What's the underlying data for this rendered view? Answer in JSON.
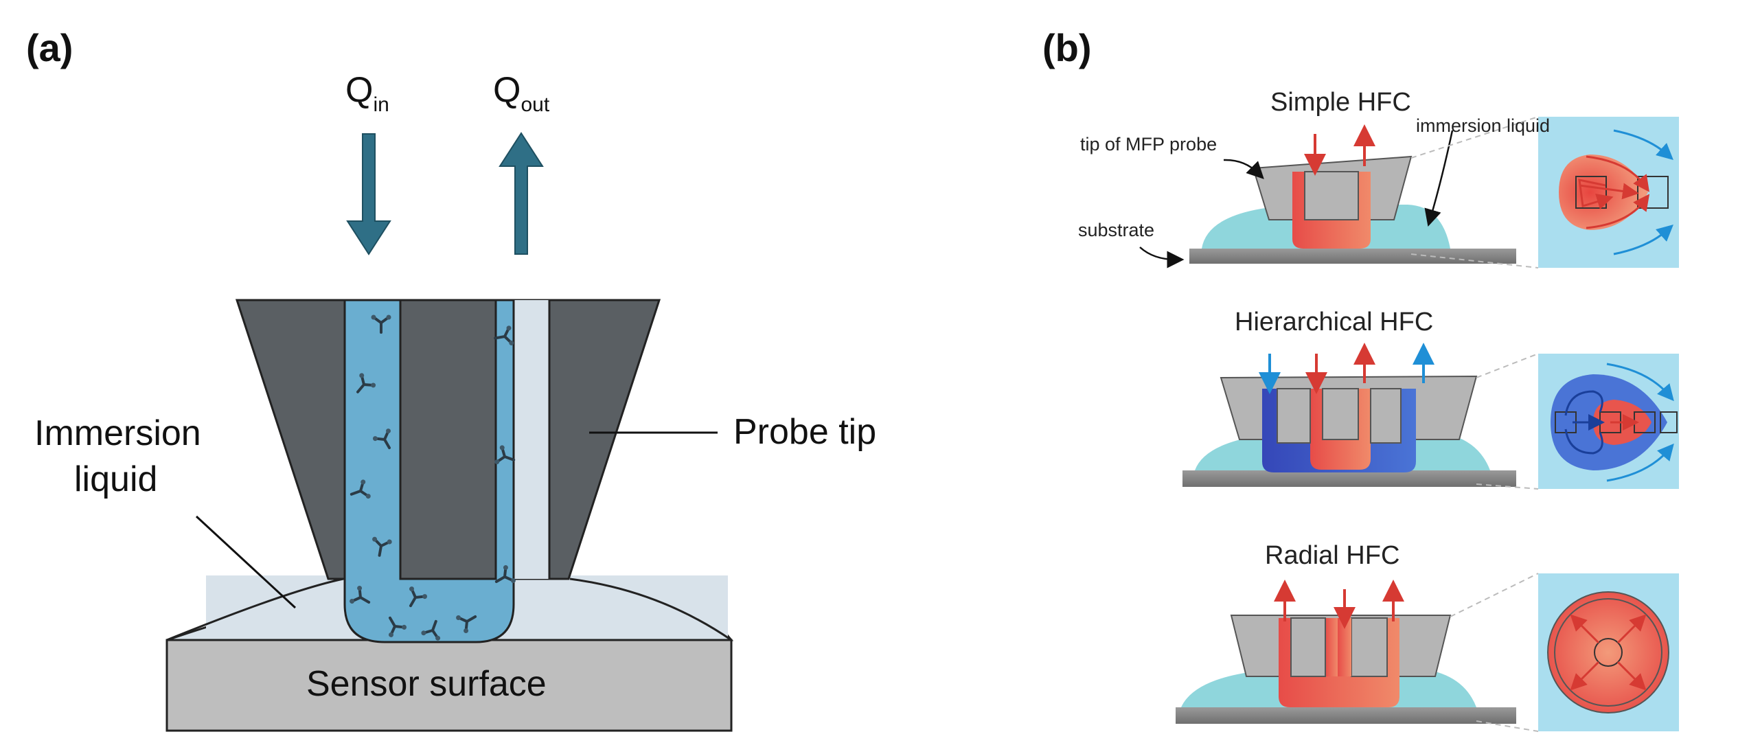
{
  "panel_a": {
    "label": "(a)",
    "q_in": {
      "main": "Q",
      "sub": "in"
    },
    "q_out": {
      "main": "Q",
      "sub": "out"
    },
    "immersion_liquid": [
      "Immersion",
      "liquid"
    ],
    "probe_tip": "Probe tip",
    "sensor_surface": "Sensor surface"
  },
  "panel_b": {
    "label": "(b)",
    "simple": {
      "title": "Simple HFC",
      "tip_label": "tip of MFP probe",
      "immersion_label": "immersion liquid",
      "substrate_label": "substrate"
    },
    "hierarchical": {
      "title": "Hierarchical HFC"
    },
    "radial": {
      "title": "Radial HFC"
    }
  },
  "colors": {
    "probe_dark": "#5a5f63",
    "liquid_light": "#d8e2ea",
    "channel_blue": "#6aaed0",
    "arrow_teal": "#2f6f86",
    "substrate_grey": "#bebebe",
    "hfc_red": "#e8554d",
    "hfc_blue": "#3c5fc9",
    "immersion_cyan": "#8fd6dc",
    "probe_light": "#b5b5b5"
  }
}
